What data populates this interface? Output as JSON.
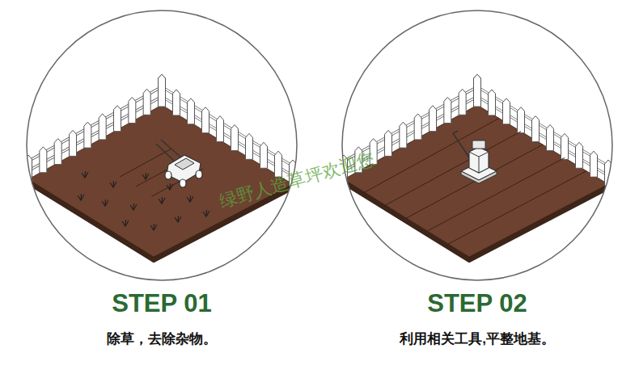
{
  "diagram": {
    "nodes": [
      {
        "text": [
          "STEP 01",
          "除草，去除杂物。"
        ]
      },
      {
        "text": [
          "STEP 02",
          "利用相关工具,平整地基。"
        ]
      }
    ],
    "labels": [
      "绿野人造草坪欢迎您"
    ]
  }
}
